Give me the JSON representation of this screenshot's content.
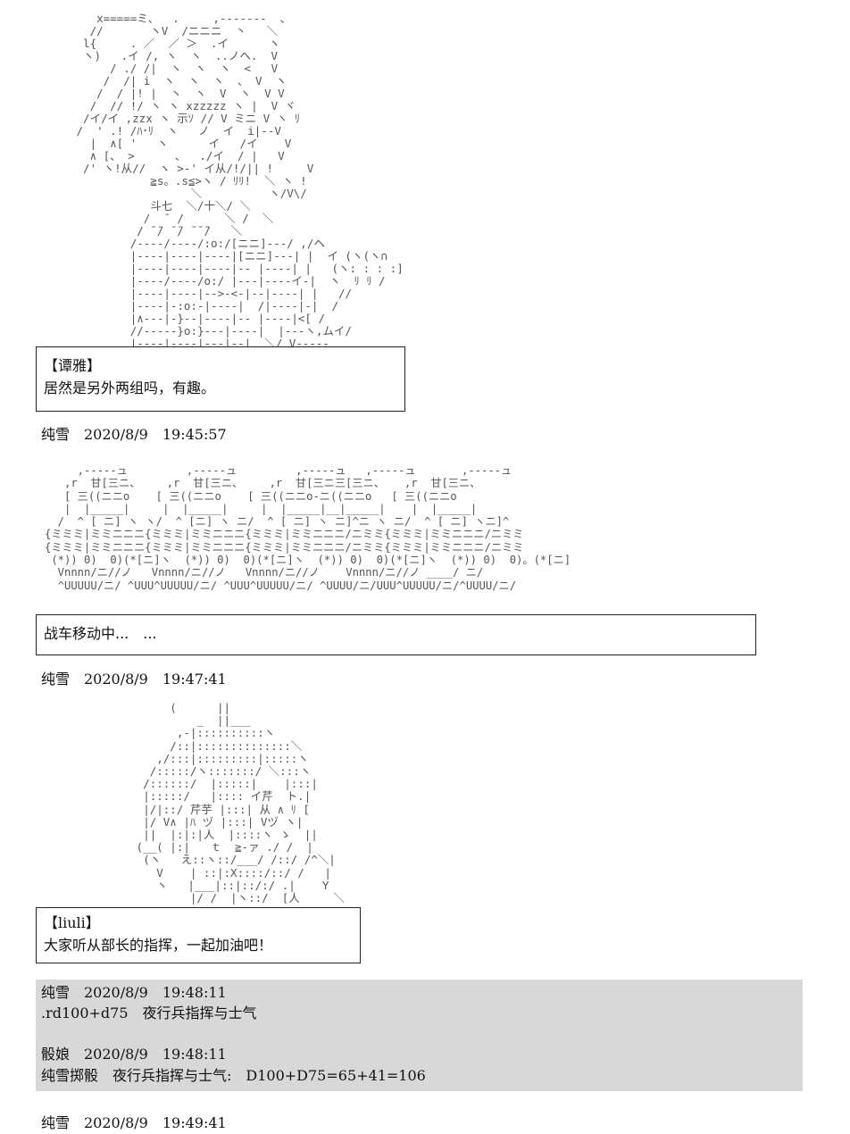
{
  "art1": {
    "lines": [
      "    x=====ミ、  .     ,-------  、",
      "   //       ヽV  /ニニニ  丶   ＼",
      "  l{     . ／  ／ ＞  .イ      ヽ",
      "  ヽ)   .イ /, ヽ  ヽ  ..ノヘ.  V",
      "      / ./ /|  ヽ  ヽ  ヽ  <   V",
      "     /  /| i  ヽ  ヽ  ヽ  、 V  ヽ",
      "    /  / |! |  ヽ  ヽ  V  ヽ  V V",
      "   /  // !/ ヽ ヽ xzzzzz ヽ |  V ヾ",
      "  /イ/イ ,zzx ヽ 示ｿ // V ミニ V ヽ ﾘ",
      " /  ' .! /ﾊ･ﾘ  ヽ   ノ  イ  i|--V",
      "   |  ∧[ '   ヽ      イ   /イ    V",
      "   ∧ [、 >      、  ./イ  / |   V",
      "  /' ヽ!从//  ヽ >-' イ从/!/|| !     V",
      "            ≧s。.s≦>ヽ / ﾘﾘ!  ＼ ヽ !",
      "                  ＼          ヽ/V\\/",
      "            斗七  ＼/十＼/ ＼",
      "           /  ̄  /      ＼ /  ＼",
      "          / ̄ ̄/ ̄ ̄/ ̄ ̄ ̄/   ＼",
      "         /----/----/:o:/[ニニ]---/ ,/ヘ",
      "         |----|----|----|[ニニ]---| |  イ (ヽ(ヽ∩",
      "         |----|----|----|-- |----| |   (ヽ: : : :]",
      "         |----/----/o:/ |---|----イ-|  ヽ  ﾘ ﾘ /",
      "         |----|----|-->-<-|--|----| |   //",
      "         |----|-:o:-|----|  /|----|-|  /",
      "         |∧---|-}--|----|-- |----|<[ /",
      "         //-----}o:}---|----|  |---ヽ,ムイ/",
      "         |----|----|---|--|  ＼/ V-----"
    ]
  },
  "message1": {
    "speaker": "【谭雅】",
    "text": "居然是另外两组吗，有趣。"
  },
  "meta1": "纯雪　2020/8/9　19:45:57",
  "tanks": {
    "lines": [
      "     ,-----ュ         ,-----ュ         ,-----ュ   ,-----ュ       ,-----ュ",
      "   ,r  甘[三ニ、    ,r  甘[三ニ、    ,r  甘[三ニ三[三ニ、   ,r  甘[三ニ、",
      "   [ 三((ニニo    [ 三((ニニo    [ 三((ニニo-ニ((ニニo   [ 三((ニニo",
      "   |  |_____|     |  |_____|     |  |_____|__|_____|    |  |_____|",
      "  /  ^ [ ニ] ヽ ヽ/  ^ [ニ] ヽ ニ/  ^ [ ニ] ヽ ニ]^ニ ヽ ニ/  ^ [ ニ] ヽニ]^",
      "{ミミミ|ミミニニニ{ミミミ|ミミニニニ{ミミミ|ミミニニニ/ニミミ{ミミミ|ミミニニニ/ニミミ",
      "{ミミミ|ミミニニニ{ミミミ|ミミニニニ{ミミミ|ミミニニニ/ニミミ{ミミミ|ミミニニニ/ニミミ",
      " (*)) 0)  0)(*[ニ]ヽ  (*)) 0)  0)(*[ニ]ヽ  (*)) 0)  0)(*[ニ]ヽ  (*)) 0)  0)。(*[ニ]",
      "  Vnnnn/ニ//ノ   Vnnnn/ニ//ノ   Vnnnn/ニ//ノ    Vnnnn/ニ//ノ ____/ ニ/",
      "  ^UUUUU/ニ/ ^UUU^UUUUU/ニ/ ^UUU^UUUUU/ニ/ ^UUUU/ニ/UUU^UUUUU/ニ/^UUUU/ニ/"
    ]
  },
  "message2": {
    "text": "战车移动中...　..."
  },
  "meta2": "纯雪　2020/8/9　19:47:41",
  "art2": {
    "lines": [
      "            (      ||",
      "                _  ||___",
      "             ,-|::::::::::ヽ",
      "            /::|::::::::::::::＼",
      "          ,/:::|:::::::::|:::::ヽ",
      "         /:::::/ヽ:::::::/ ＼:::ヽ",
      "        /::::::/  |:::::|    |:::|",
      "        |:::::/   |:::: イ芹  ト.|",
      "        |/|::/ 芹芋 |:::| 从 ∧ ﾘ [",
      "        |/ V∧ |ﾊ ヅ |:::| Vヅ ヽ|",
      "        ||  |:|:|人  |::::ヽ ゝ  ||",
      "       (__( |:|   ｔ  ≧-ァ ./ /  |",
      "        (ヽ   え::ヽ::/___/ /::/ /^＼|",
      "          V    | ::|:X::::/::/ /   |",
      "          ヽ   |___|::|::/:/ .|    Y",
      "               |/ /  |ヽ::/  [人     ＼"
    ]
  },
  "message3": {
    "speaker": "【liuli】",
    "text": "大家听从部长的指挥，一起加油吧！"
  },
  "dice": {
    "lines": [
      "纯雪　2020/8/9　19:48:11",
      ".rd100+d75　夜行兵指挥与士气",
      "骰娘　2020/8/9　19:48:11",
      "纯雪掷骰　夜行兵指挥与士气:　D100+D75=65+41=106"
    ]
  },
  "meta3": "纯雪　2020/8/9　19:49:41"
}
